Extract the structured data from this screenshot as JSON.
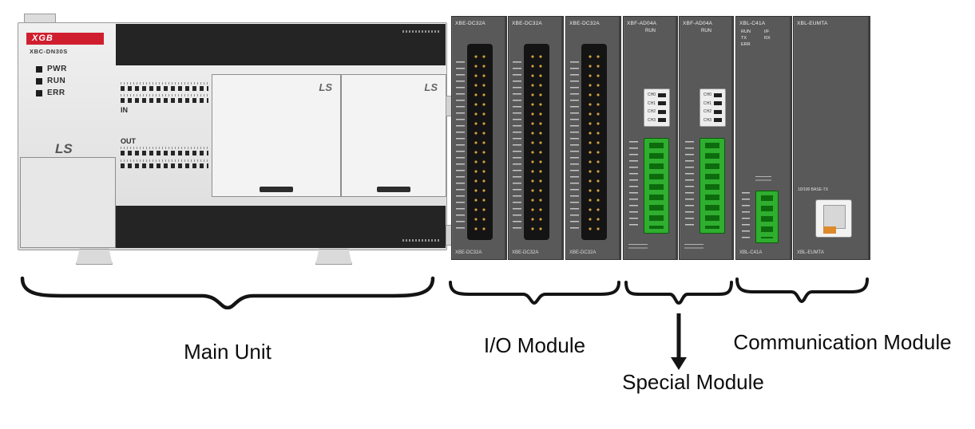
{
  "colors": {
    "brand_red": "#cf1f2f",
    "terminal_green": "#2fae2f"
  },
  "main_unit": {
    "brand": "XGB",
    "model": "XBC-DN30S",
    "leds": [
      "PWR",
      "RUN",
      "ERR"
    ],
    "in_label": "IN",
    "out_label": "OUT",
    "logo": "LS"
  },
  "rack": {
    "io_modules": [
      {
        "model": "XBE-DC32A"
      },
      {
        "model": "XBE-DC32A"
      },
      {
        "model": "XBE-DC32A"
      }
    ],
    "special_modules": [
      {
        "model": "XBF-AD04A",
        "run_label": "RUN",
        "channels": [
          "CH0",
          "CH1",
          "CH2",
          "CH3"
        ]
      },
      {
        "model": "XBF-AD04A",
        "run_label": "RUN",
        "channels": [
          "CH0",
          "CH1",
          "CH2",
          "CH3"
        ]
      }
    ],
    "comm_modules": [
      {
        "model": "XBL-C41A",
        "leds": [
          "RUN",
          "TX",
          "RX",
          "ERR"
        ],
        "if_label": "I/F"
      },
      {
        "model": "XBL-EUMTA",
        "port_label": "10/100 BASE-TX"
      }
    ]
  },
  "labels": {
    "main_unit": "Main Unit",
    "io_module": "I/O Module",
    "special_module": "Special Module",
    "communication_module": "Communication Module"
  }
}
